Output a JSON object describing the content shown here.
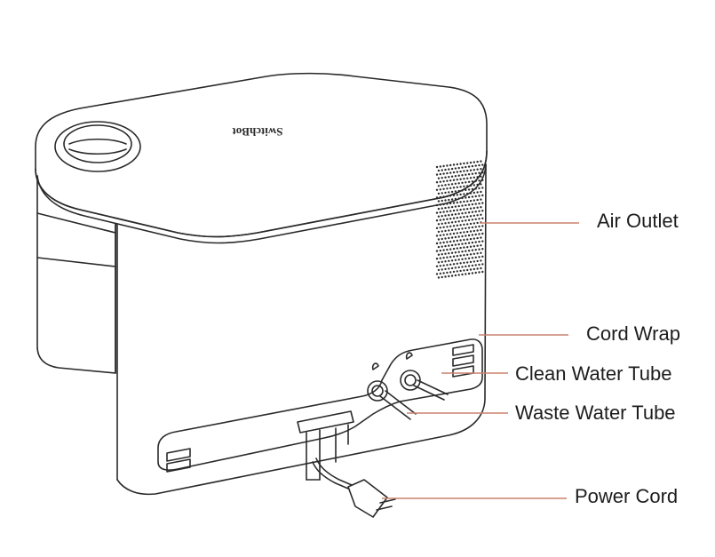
{
  "product": {
    "brand_text": "SwitchBot"
  },
  "callouts": [
    {
      "id": "air-outlet",
      "label": "Air Outlet"
    },
    {
      "id": "cord-wrap",
      "label": "Cord Wrap"
    },
    {
      "id": "clean-water-tube",
      "label": "Clean Water Tube"
    },
    {
      "id": "waste-water-tube",
      "label": "Waste Water Tube"
    },
    {
      "id": "power-cord",
      "label": "Power Cord"
    }
  ],
  "colors": {
    "leader_line": "#c8826e",
    "outline": "#2a2a2a",
    "text": "#1d1d1d"
  }
}
